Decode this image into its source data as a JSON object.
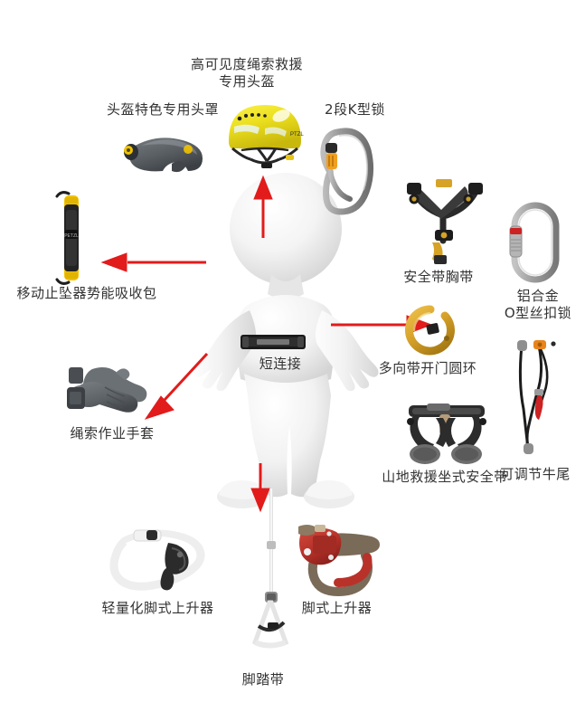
{
  "diagram": {
    "title": "高可见度绳索救援专用头盔",
    "subject": "rope-rescue-equipment-overview",
    "background_color": "#ffffff",
    "label_color": "#333333",
    "arrow_color": "#e21b1b",
    "figure_color": "#efefef"
  },
  "labels": {
    "helmet": "高可见度绳索救援\n专用头盔",
    "visor": "头盔特色专用头罩",
    "klock": "2段K型锁",
    "chest_harness": "安全带胸带",
    "o_ring_lock": "铝合金\nO型丝扣锁",
    "shock_pack": "移动止坠器势能吸收包",
    "open_ring": "多向带开门圆环",
    "gloves": "绳索作业手套",
    "sit_harness": "山地救援坐式安全带",
    "cows_tail": "可调节牛尾",
    "short_link": "短连接",
    "light_foot_ascender": "轻量化脚式上升器",
    "foot_ascender": "脚式上升器",
    "foot_loop": "脚踏带"
  },
  "items": [
    {
      "key": "helmet",
      "name": "high-visibility-rescue-helmet",
      "colors": {
        "shell": "#e8d82a",
        "strap": "#2b2b2b"
      }
    },
    {
      "key": "visor",
      "name": "helmet-visor",
      "colors": {
        "lens": "#5a5e62",
        "pivot": "#f2c200"
      }
    },
    {
      "key": "klock",
      "name": "two-stage-k-lock-carabiner",
      "colors": {
        "body": "#9a9a9a",
        "sleeve": "#f0a020"
      }
    },
    {
      "key": "chest_harness",
      "name": "chest-harness",
      "colors": {
        "webbing": "#2a2a2a",
        "buckle": "#d6a326"
      }
    },
    {
      "key": "o_ring_lock",
      "name": "aluminum-o-screw-lock-carabiner",
      "colors": {
        "body": "#a8a8a8",
        "band": "#cc2222"
      }
    },
    {
      "key": "shock_pack",
      "name": "mobile-fall-arrester-energy-absorber",
      "colors": {
        "body": "#2a2a2a",
        "accent": "#f2c200"
      }
    },
    {
      "key": "open_ring",
      "name": "multi-directional-gated-ring",
      "colors": {
        "body": "#d9a326",
        "gate": "#2a2a2a"
      }
    },
    {
      "key": "gloves",
      "name": "rope-work-gloves",
      "colors": {
        "body": "#63676b",
        "cuff": "#3d4145"
      }
    },
    {
      "key": "sit_harness",
      "name": "mountain-rescue-sit-harness",
      "colors": {
        "webbing": "#2b2b2b",
        "pad": "#6d6d6d",
        "tan": "#b79a78"
      }
    },
    {
      "key": "cows_tail",
      "name": "adjustable-cows-tail-lanyard",
      "colors": {
        "cord": "#1c1c1c",
        "connector": "#e8841a",
        "tip": "#cc2222"
      }
    },
    {
      "key": "short_link",
      "name": "short-connector-belt-device",
      "colors": {
        "body": "#1e1e1e",
        "label": "#8d8d8d"
      }
    },
    {
      "key": "light_foot_ascender",
      "name": "lightweight-foot-ascender",
      "colors": {
        "strap": "#eeeeee",
        "cam": "#2b2b2b"
      }
    },
    {
      "key": "foot_ascender",
      "name": "foot-ascender",
      "colors": {
        "body": "#b8322a",
        "webbing": "#7a6a58"
      }
    },
    {
      "key": "foot_loop",
      "name": "foot-loop-etrier",
      "colors": {
        "webbing": "#e6e6e6",
        "buckle": "#2b2b2b"
      }
    }
  ],
  "arrows": [
    {
      "name": "arrow-to-helmet",
      "direction": "up",
      "from": "figure-head",
      "to": "helmet"
    },
    {
      "name": "arrow-to-shock-pack",
      "direction": "left",
      "from": "figure-torso",
      "to": "shock_pack"
    },
    {
      "name": "arrow-to-open-ring",
      "direction": "right",
      "from": "figure-right-hand",
      "to": "open_ring"
    },
    {
      "name": "arrow-to-gloves",
      "direction": "down-left",
      "from": "figure-left-hand",
      "to": "gloves"
    },
    {
      "name": "arrow-to-foot-loop",
      "direction": "down",
      "from": "figure-feet",
      "to": "foot_loop"
    }
  ],
  "figure": {
    "name": "3d-white-mannequin",
    "pose": "arms-spread"
  }
}
